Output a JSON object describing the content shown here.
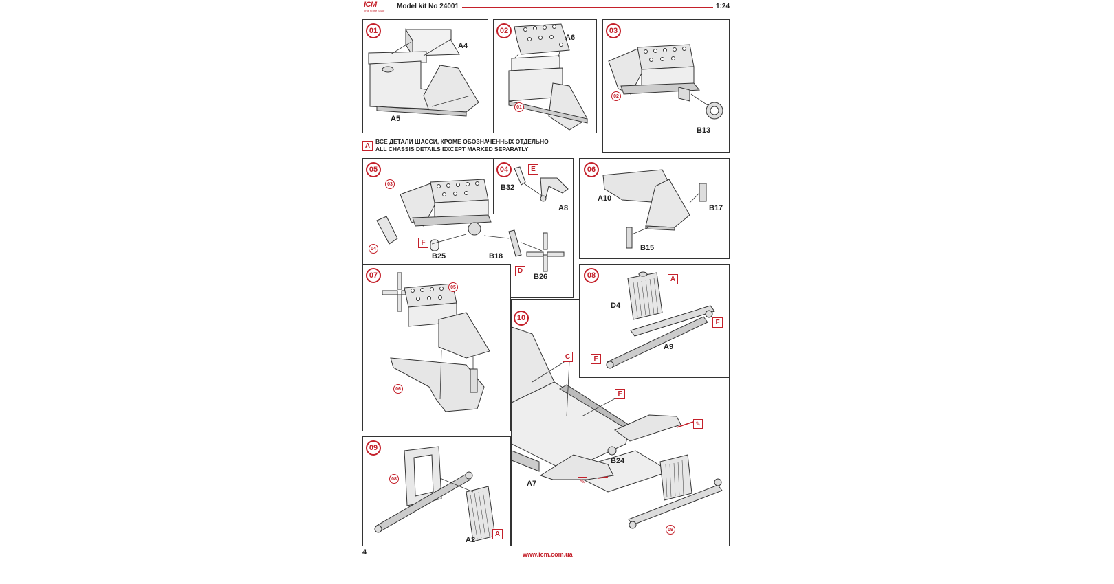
{
  "header": {
    "logo_text": "ICM",
    "logo_tagline": "True to the Scale",
    "model_kit": "Model kit No 24001",
    "scale": "1:24"
  },
  "note": {
    "letter": "A",
    "line_ru": "ВСЕ ДЕТАЛИ ШАССИ, КРОМЕ ОБОЗНАЧЕННЫХ ОТДЕЛЬНО",
    "line_en": "ALL CHASSIS DETAILS EXCEPT MARKED SEPARATLY"
  },
  "steps": {
    "s01": {
      "num": "01",
      "parts": [
        "A4",
        "A5"
      ]
    },
    "s02": {
      "num": "02",
      "parts": [
        "A6"
      ],
      "refs": [
        "01"
      ]
    },
    "s03": {
      "num": "03",
      "parts": [
        "B13"
      ],
      "refs": [
        "02"
      ]
    },
    "s04": {
      "num": "04",
      "parts": [
        "B32",
        "A8"
      ],
      "sprues": [
        "E"
      ]
    },
    "s05": {
      "num": "05",
      "parts": [
        "B25",
        "B18",
        "B26"
      ],
      "refs": [
        "03",
        "04"
      ],
      "sprues": [
        "F",
        "D"
      ]
    },
    "s06": {
      "num": "06",
      "parts": [
        "A10",
        "B17",
        "B15"
      ]
    },
    "s07": {
      "num": "07",
      "refs": [
        "05",
        "06"
      ]
    },
    "s08": {
      "num": "08",
      "parts": [
        "D4",
        "A9"
      ],
      "sprues": [
        "A",
        "F",
        "F"
      ]
    },
    "s09": {
      "num": "09",
      "parts": [
        "A2"
      ],
      "refs": [
        "08"
      ],
      "sprues": [
        "A"
      ]
    },
    "s10": {
      "num": "10",
      "parts": [
        "B24",
        "A7"
      ],
      "refs": [
        "09"
      ],
      "sprues": [
        "C",
        "F"
      ]
    }
  },
  "footer": {
    "page_number": "4",
    "url": "www.icm.com.ua"
  },
  "colors": {
    "accent": "#c4202a",
    "line": "#333333"
  }
}
